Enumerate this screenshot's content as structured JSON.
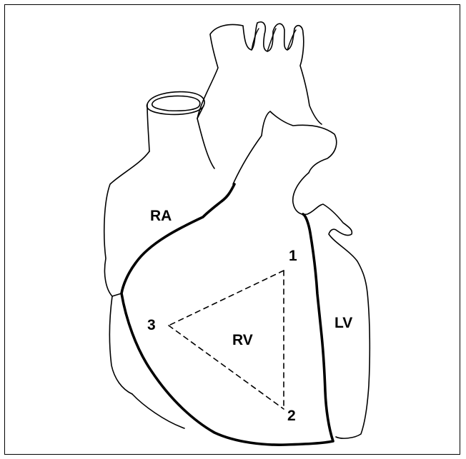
{
  "diagram": {
    "labels": {
      "ra": "RA",
      "lv": "LV",
      "rv": "RV",
      "p1": "1",
      "p2": "2",
      "p3": "3"
    }
  }
}
